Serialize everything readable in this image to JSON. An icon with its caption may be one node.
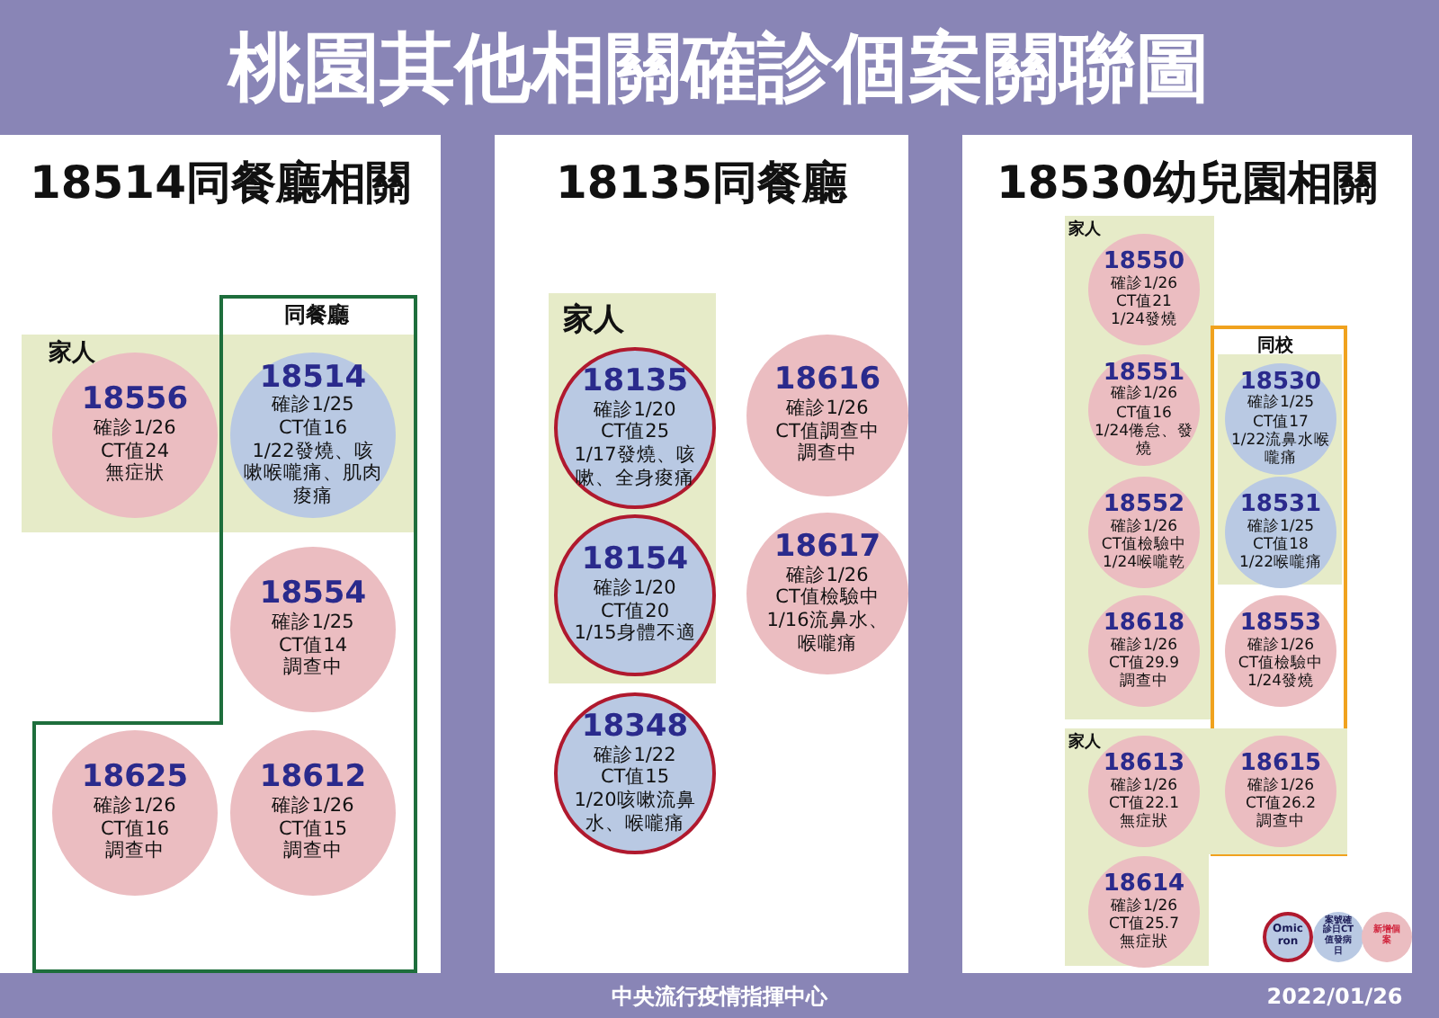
{
  "diagram": {
    "title": "桃園其他相關確診個案關聯圖",
    "nodes": [
      {
        "text": [
          "18514同餐廳相關"
        ]
      },
      {
        "text": [
          "家人"
        ],
        "in": 0
      },
      {
        "text": [
          "同餐廳"
        ],
        "in": 0
      },
      {
        "text": [
          "18556",
          "確診1/26",
          "CT值24",
          "無症狀"
        ],
        "in": 1
      },
      {
        "text": [
          "18514",
          "確診1/25",
          "CT值16",
          "1/22發燒、咳嗽喉嚨痛、肌肉痠痛"
        ],
        "in": 1
      },
      {
        "text": [
          "18554",
          "確診1/25",
          "CT值14",
          "調查中"
        ],
        "in": 2
      },
      {
        "text": [
          "18625",
          "確診1/26",
          "CT值16",
          "調查中"
        ],
        "in": 2
      },
      {
        "text": [
          "18612",
          "確診1/26",
          "CT值15",
          "調查中"
        ],
        "in": 2
      },
      {
        "text": [
          "18135同餐廳"
        ]
      },
      {
        "text": [
          "家人"
        ],
        "in": 8
      },
      {
        "text": [
          "18135",
          "確診1/20",
          "CT值25",
          "1/17發燒、咳嗽、全身痠痛"
        ],
        "in": 9
      },
      {
        "text": [
          "18154",
          "確診1/20",
          "CT值20",
          "1/15身體不適"
        ],
        "in": 9
      },
      {
        "text": [
          "18616",
          "確診1/26",
          "CT值調查中",
          "調查中"
        ],
        "in": 8
      },
      {
        "text": [
          "18617",
          "確診1/26",
          "CT值檢驗中",
          "1/16流鼻水、喉嚨痛"
        ],
        "in": 8
      },
      {
        "text": [
          "18348",
          "確診1/22",
          "CT值15",
          "1/20咳嗽流鼻水、喉嚨痛"
        ],
        "in": 8
      },
      {
        "text": [
          "18530幼兒園相關"
        ]
      },
      {
        "text": [
          "家人"
        ],
        "in": 15
      },
      {
        "text": [
          "18550",
          "確診1/26",
          "CT值21",
          "1/24發燒"
        ],
        "in": 16
      },
      {
        "text": [
          "18551",
          "確診1/26",
          "CT值16",
          "1/24倦怠、發燒"
        ],
        "in": 16
      },
      {
        "text": [
          "18552",
          "確診1/26",
          "CT值檢驗中",
          "1/24喉嚨乾"
        ],
        "in": 16
      },
      {
        "text": [
          "18618",
          "確診1/26",
          "CT值29.9",
          "調查中"
        ],
        "in": 16
      },
      {
        "text": [
          "同校"
        ],
        "in": 15
      },
      {
        "text": [],
        "shape": "box",
        "in": 21
      },
      {
        "text": [
          "18530",
          "確診1/25",
          "CT值17",
          "1/22流鼻水喉嚨痛"
        ],
        "in": 22
      },
      {
        "text": [
          "18531",
          "確診1/25",
          "CT值18",
          "1/22喉嚨痛"
        ],
        "in": 22
      },
      {
        "text": [
          "18553",
          "確診1/26",
          "CT值檢驗中",
          "1/24發燒"
        ],
        "in": 21
      },
      {
        "text": [
          "家人"
        ],
        "in": 15
      },
      {
        "text": [
          "18613",
          "確診1/26",
          "CT值22.1",
          "無症狀"
        ],
        "in": 26
      },
      {
        "text": [
          "18614",
          "確診1/26",
          "CT值25.7",
          "無症狀"
        ],
        "in": 26
      },
      {
        "text": [
          "18615",
          "確診1/26",
          "CT值26.2",
          "調查中"
        ]
      }
    ],
    "labels": [
      "中央流行疫情指揮中心",
      "2022/01/26"
    ],
    "legend": [
      {
        "text": "Omicron"
      },
      {
        "text": "案號確診日CT值發病日",
        "color": "#b9c9e3"
      },
      {
        "text": "新增個案",
        "color": "#ebbdc1"
      }
    ]
  }
}
